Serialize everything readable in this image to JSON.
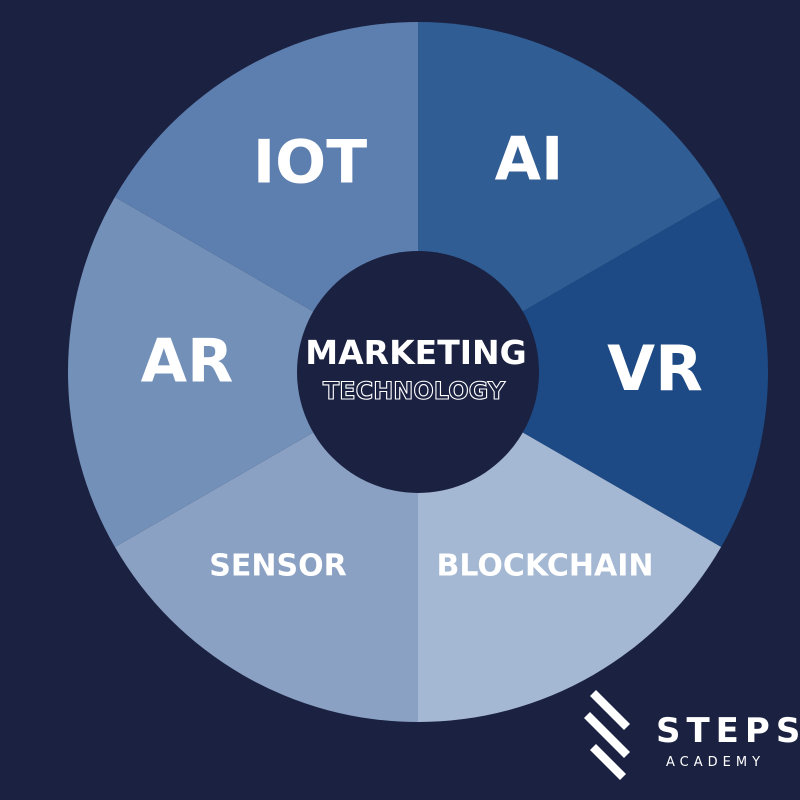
{
  "center": {
    "title": "MARKETING",
    "subtitle": "TECHNOLOGY"
  },
  "segments": [
    {
      "label": "AI",
      "color": "#305d93"
    },
    {
      "label": "VR",
      "color": "#1d4a85"
    },
    {
      "label": "BLOCKCHAIN",
      "color": "#a5b8d3"
    },
    {
      "label": "SENSOR",
      "color": "#8aa1c3"
    },
    {
      "label": "AR",
      "color": "#7390b9"
    },
    {
      "label": "IOT",
      "color": "#5d7faf"
    }
  ],
  "colors": {
    "background": "#1b2140",
    "center": "#1b2140",
    "text": "#ffffff"
  },
  "brand": {
    "name": "STEPS",
    "tagline": "ACADEMY",
    "icon": "steps-logo-icon"
  }
}
